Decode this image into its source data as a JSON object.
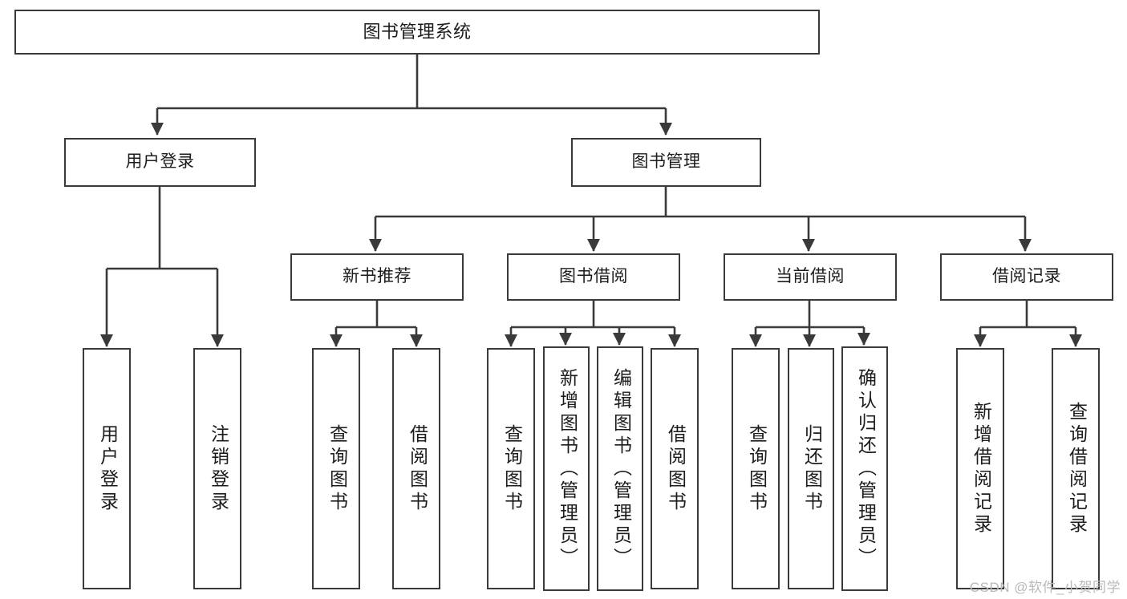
{
  "diagram": {
    "title": "图书管理系统",
    "type": "tree",
    "background_color": "#ffffff",
    "line_color": "#3a3a3a",
    "text_color": "#1c1c1c",
    "watermark": "CSDN @软件_小贺同学",
    "levels": {
      "root": "图书管理系统",
      "level2": [
        "用户登录",
        "图书管理"
      ],
      "level3": [
        "新书推荐",
        "图书借阅",
        "当前借阅",
        "借阅记录"
      ]
    },
    "nodes": {
      "root": {
        "label": "图书管理系统"
      },
      "user_login": {
        "label": "用户登录"
      },
      "book_manage": {
        "label": "图书管理"
      },
      "new_book_rec": {
        "label": "新书推荐"
      },
      "book_borrow": {
        "label": "图书借阅"
      },
      "current_borrow": {
        "label": "当前借阅"
      },
      "borrow_record": {
        "label": "借阅记录"
      },
      "leaf_user_login": {
        "label": "用户登录"
      },
      "leaf_logout": {
        "label": "注销登录"
      },
      "leaf_query_book_1": {
        "label": "查询图书"
      },
      "leaf_borrow_book_1": {
        "label": "借阅图书"
      },
      "leaf_query_book_2": {
        "label": "查询图书"
      },
      "leaf_add_book": {
        "label": "新增图书（管理员）"
      },
      "leaf_edit_book": {
        "label": "编辑图书（管理员）"
      },
      "leaf_borrow_book_2": {
        "label": "借阅图书"
      },
      "leaf_query_book_3": {
        "label": "查询图书"
      },
      "leaf_return_book": {
        "label": "归还图书"
      },
      "leaf_confirm_return": {
        "label": "确认归还（管理员）"
      },
      "leaf_add_record": {
        "label": "新增借阅记录"
      },
      "leaf_query_record": {
        "label": "查询借阅记录"
      }
    },
    "edges": [
      {
        "from": "root",
        "to": "user_login"
      },
      {
        "from": "root",
        "to": "book_manage"
      },
      {
        "from": "user_login",
        "to": "leaf_user_login"
      },
      {
        "from": "user_login",
        "to": "leaf_logout"
      },
      {
        "from": "book_manage",
        "to": "new_book_rec"
      },
      {
        "from": "book_manage",
        "to": "book_borrow"
      },
      {
        "from": "book_manage",
        "to": "current_borrow"
      },
      {
        "from": "book_manage",
        "to": "borrow_record"
      },
      {
        "from": "new_book_rec",
        "to": "leaf_query_book_1"
      },
      {
        "from": "new_book_rec",
        "to": "leaf_borrow_book_1"
      },
      {
        "from": "book_borrow",
        "to": "leaf_query_book_2"
      },
      {
        "from": "book_borrow",
        "to": "leaf_add_book"
      },
      {
        "from": "book_borrow",
        "to": "leaf_edit_book"
      },
      {
        "from": "book_borrow",
        "to": "leaf_borrow_book_2"
      },
      {
        "from": "current_borrow",
        "to": "leaf_query_book_3"
      },
      {
        "from": "current_borrow",
        "to": "leaf_return_book"
      },
      {
        "from": "current_borrow",
        "to": "leaf_confirm_return"
      },
      {
        "from": "borrow_record",
        "to": "leaf_add_record"
      },
      {
        "from": "borrow_record",
        "to": "leaf_query_record"
      }
    ]
  }
}
